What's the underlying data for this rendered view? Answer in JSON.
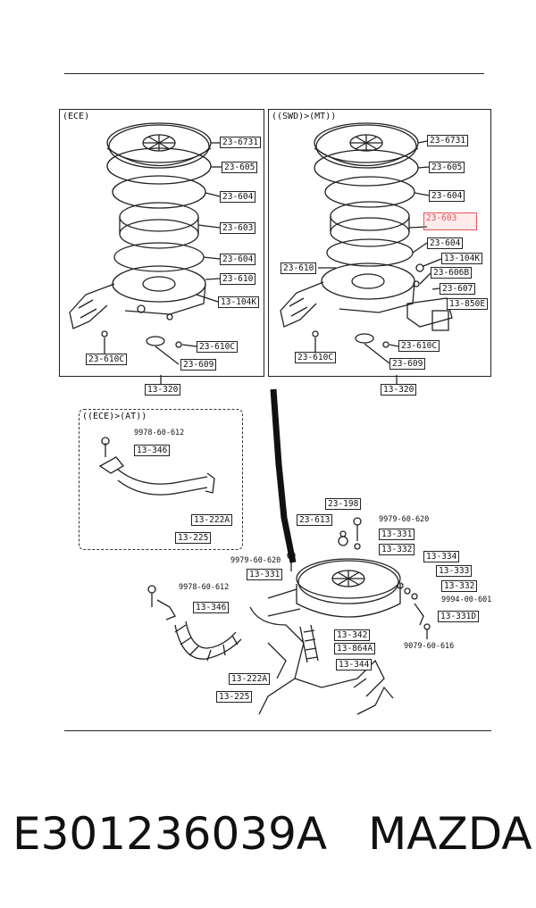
{
  "panels": {
    "ece_title": "(ECE)",
    "swd_title": "((SWD)>(MT))",
    "ece_at_title": "((ECE)>(AT))"
  },
  "ece_labels": {
    "l1": "23-6731",
    "l2": "23-605",
    "l3": "23-604",
    "l4": "23-603",
    "l5": "23-604",
    "l6": "23-610",
    "l7": "13-104K",
    "l8": "23-610C",
    "l9": "23-610C",
    "l10": "23-609",
    "bottom": "13-320"
  },
  "swd_labels": {
    "l1": "23-6731",
    "l2": "23-605",
    "l3": "23-604",
    "l4": "23-603",
    "l5": "23-604",
    "l6": "13-104K",
    "l7": "23-610",
    "l8": "23-606B",
    "l9": "23-607",
    "l10": "13-850E",
    "l11": "23-610C",
    "l12": "23-610C",
    "l13": "23-609",
    "bottom": "13-320"
  },
  "at_labels": {
    "p1": "9978-60-612",
    "l1": "13-346",
    "l2": "13-222A",
    "l3": "13-225"
  },
  "lower_labels": {
    "l1": "23-198",
    "l2": "23-613",
    "p1": "9979-60-620",
    "l3": "13-331",
    "l4": "13-332",
    "p2": "9979-60-620",
    "l5": "13-331",
    "l6": "13-334",
    "l7": "13-333",
    "l8": "13-332",
    "p3": "9994-00-601",
    "p4": "9978-60-612",
    "l9": "13-346",
    "l10": "13-331D",
    "p5": "9079-60-616",
    "l11": "13-864A",
    "l12": "13-342",
    "l13": "13-344",
    "l14": "13-222A",
    "l15": "13-225"
  },
  "footer": {
    "part_number": "E301236039A",
    "brand": "MAZDA"
  },
  "colors": {
    "line": "#222222",
    "highlight": "#e0555a"
  }
}
